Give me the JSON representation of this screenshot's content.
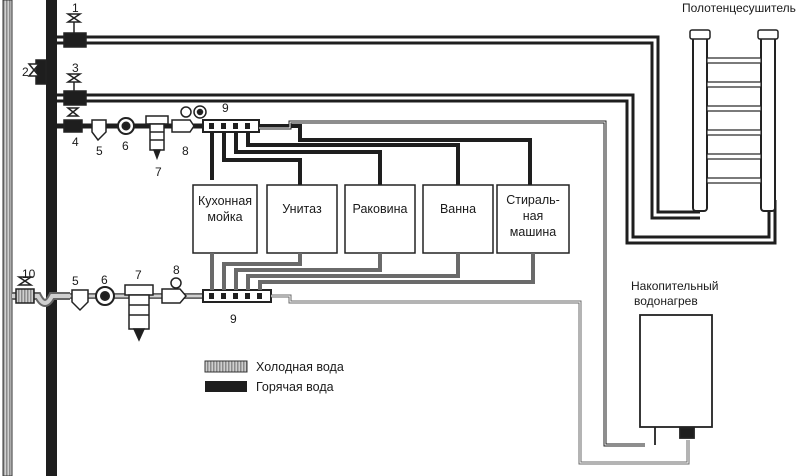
{
  "fixture_numbers": {
    "n1": "1",
    "n2": "2",
    "n3": "3",
    "n4": "4",
    "n5_top": "5",
    "n6_top": "6",
    "n7_top": "7",
    "n8_top": "8",
    "n9_top": "9",
    "n10": "10",
    "n5_bottom": "5",
    "n6_bottom": "6",
    "n7_bottom": "7",
    "n8_bottom": "8",
    "n9_bottom": "9"
  },
  "fixtures": {
    "kitchen_sink": [
      "Кухонная",
      "мойка"
    ],
    "toilet": [
      "Унитаз"
    ],
    "washbasin": [
      "Раковина"
    ],
    "bathtub": [
      "Ванна"
    ],
    "washing_machine": [
      "Стираль-",
      "ная",
      "машина"
    ]
  },
  "towel_dryer_label": "Полотенцесушитель",
  "water_heater_label": [
    "Накопительный",
    "водонагрев"
  ],
  "legend": {
    "cold": "Холодная вода",
    "hot": "Горячая вода"
  },
  "colors": {
    "hot_pipe": "#1e1e1e",
    "cold_pipe": "#8a8a8a",
    "outline": "#222222"
  }
}
